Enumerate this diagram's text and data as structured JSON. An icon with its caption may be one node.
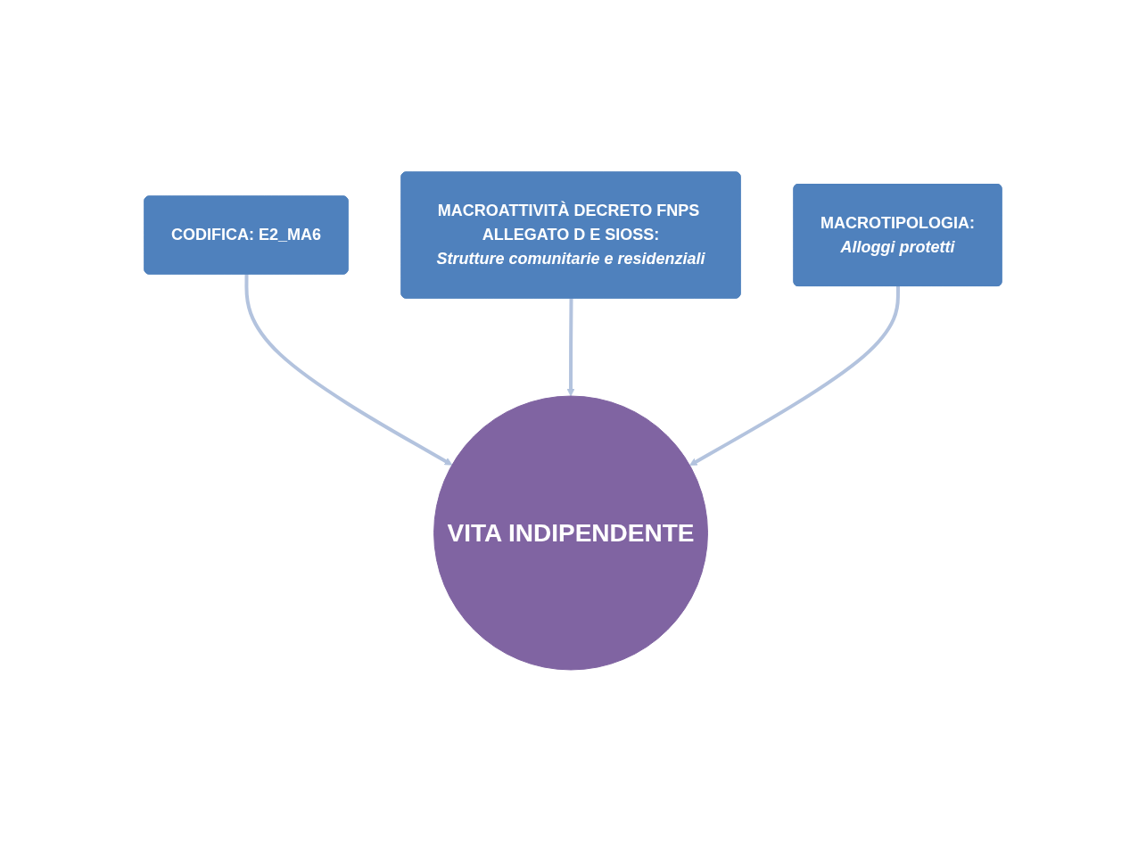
{
  "diagram": {
    "nodes": [
      {
        "text": [
          "CODIFICA: E2_MA6"
        ]
      },
      {
        "text": [
          "MACROATTIVITÀ DECRETO FNPS ALLEGATO D E SIOSS:",
          "Strutture comunitarie e residenziali"
        ]
      },
      {
        "text": [
          "MACROTIPOLOGIA:",
          "Alloggi protetti"
        ]
      },
      {
        "text": [
          "VITA INDIPENDENTE"
        ]
      }
    ],
    "edges": [
      {
        "from": 0,
        "to": 3,
        "arrow": "to"
      },
      {
        "from": 1,
        "to": 3,
        "arrow": "to"
      },
      {
        "from": 2,
        "to": 3,
        "arrow": "to"
      }
    ]
  }
}
